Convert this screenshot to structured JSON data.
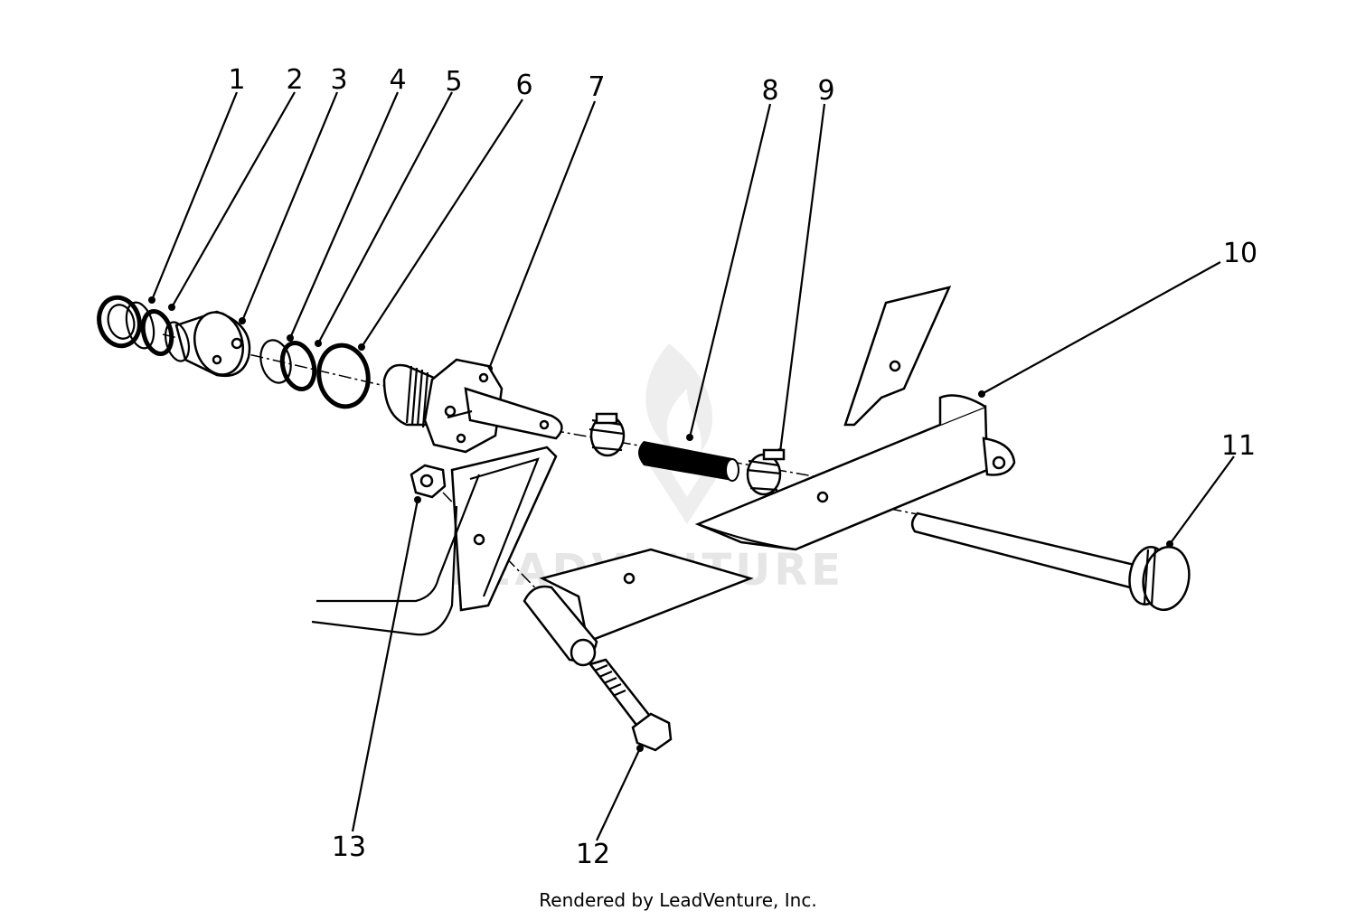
{
  "diagram": {
    "callouts": [
      "1",
      "2",
      "3",
      "4",
      "5",
      "6",
      "7",
      "8",
      "9",
      "10",
      "11",
      "12",
      "13"
    ],
    "watermark": "LEADVENTURE"
  },
  "footer": {
    "text": "Rendered by LeadVenture, Inc."
  }
}
